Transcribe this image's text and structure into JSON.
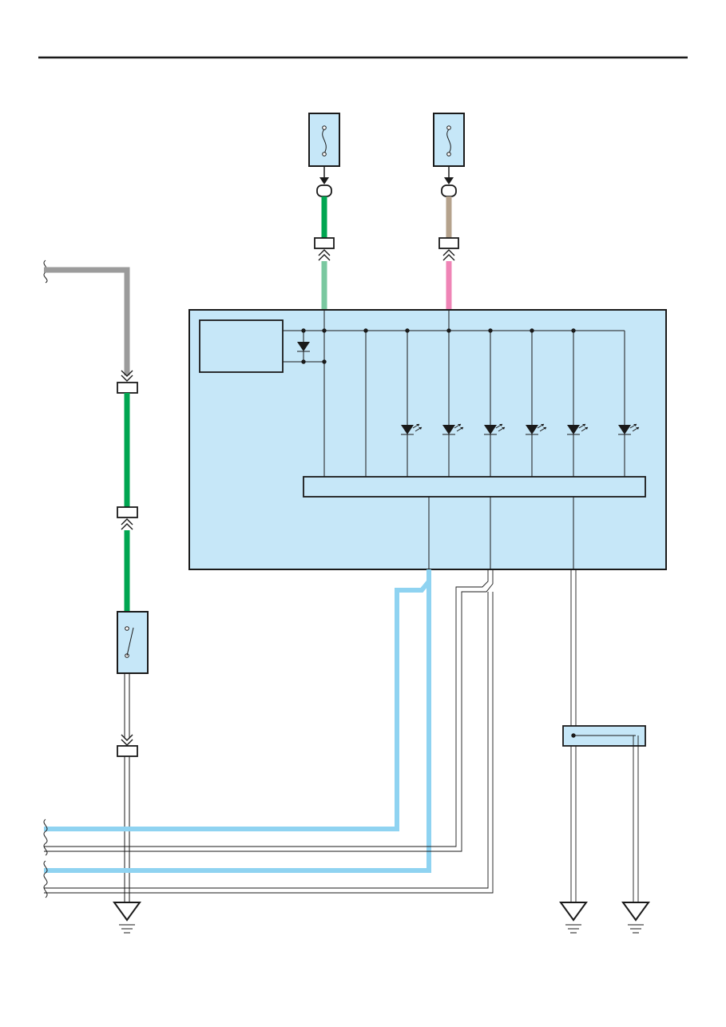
{
  "diagram": {
    "type": "wiring-diagram",
    "title": "",
    "colors": {
      "module_fill": "#c6e7f8",
      "wire_green": "#00a651",
      "wire_light_green": "#7ac8a0",
      "wire_tan": "#b5a28c",
      "wire_pink": "#ef84b6",
      "wire_gray": "#9b9b9b",
      "wire_light_blue": "#8fd3f1",
      "wire_black": "#1a1a1a"
    },
    "components": [
      {
        "name": "fuse",
        "icon": "fuse-icon",
        "count": 2
      },
      {
        "name": "switch",
        "icon": "switch-icon",
        "count": 1
      },
      {
        "name": "main-module",
        "icon": "module-box",
        "count": 1
      },
      {
        "name": "led",
        "icon": "led-icon",
        "count": 6
      },
      {
        "name": "diode",
        "icon": "diode-icon",
        "count": 1
      },
      {
        "name": "junction-block",
        "icon": "junction-icon",
        "count": 1
      },
      {
        "name": "ground",
        "icon": "ground-icon",
        "count": 3
      }
    ],
    "labels": []
  }
}
